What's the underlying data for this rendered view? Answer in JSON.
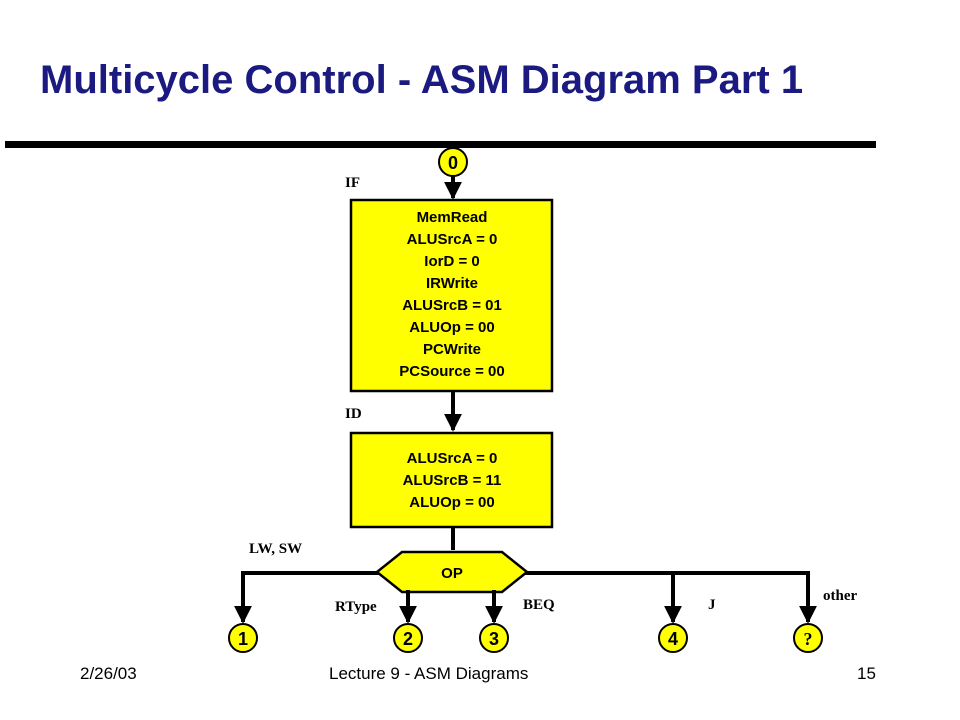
{
  "slide": {
    "title": "Multicycle Control - ASM Diagram Part 1",
    "footer_date": "2/26/03",
    "footer_center": "Lecture 9 - ASM Diagrams",
    "footer_page": "15"
  },
  "colors": {
    "title": "#1a1a80",
    "box_fill": "#ffff00",
    "outline": "#000000"
  },
  "diagram": {
    "start_state": "0",
    "if_label": "IF",
    "id_label": "ID",
    "if_box_lines": [
      "MemRead",
      "ALUSrcA = 0",
      "IorD = 0",
      "IRWrite",
      "ALUSrcB = 01",
      "ALUOp = 00",
      "PCWrite",
      "PCSource = 00"
    ],
    "id_box_lines": [
      "ALUSrcA = 0",
      "ALUSrcB = 11",
      "ALUOp = 00"
    ],
    "decision_label": "OP",
    "branch_labels": {
      "lw_sw": "LW, SW",
      "rtype": "RType",
      "beq": "BEQ",
      "j": "J",
      "other": "other"
    },
    "next_states": [
      "1",
      "2",
      "3",
      "4",
      "?"
    ]
  }
}
